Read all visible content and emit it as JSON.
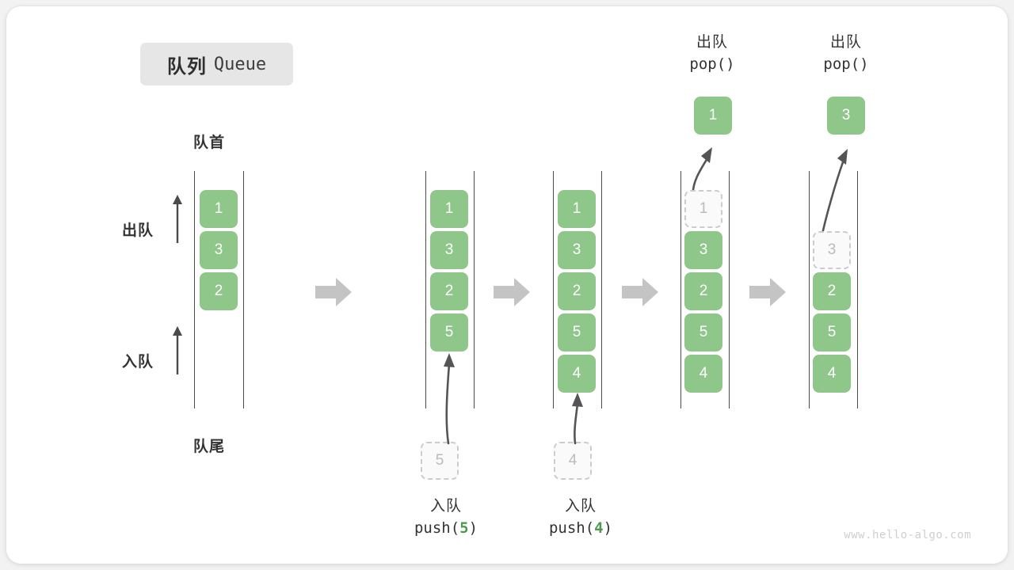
{
  "title": {
    "cn": "队列",
    "en": "Queue"
  },
  "labels": {
    "front": "队首",
    "rear": "队尾",
    "dequeue": "出队",
    "enqueue": "入队"
  },
  "watermark": "www.hello-algo.com",
  "colors": {
    "element": "#8fc68a",
    "ghost_border": "#cccccc",
    "ghost_text": "#bbbbbb",
    "rail": "#4a4a4a",
    "arrow_gray": "#c4c4c4",
    "accent_number": "#4c9a4c",
    "badge_bg": "#e6e6e6",
    "text": "#333333"
  },
  "stages": [
    {
      "name": "initial",
      "elements": [
        "1",
        "3",
        "2"
      ],
      "ghost": null,
      "popped": null,
      "top_label": null,
      "bottom_label": null
    },
    {
      "name": "push-5",
      "elements": [
        "1",
        "3",
        "2",
        "5"
      ],
      "ghost": "5",
      "popped": null,
      "top_label": null,
      "bottom_label": {
        "line1": "入队",
        "line2_prefix": "push(",
        "line2_num": "5",
        "line2_suffix": ")"
      }
    },
    {
      "name": "push-4",
      "elements": [
        "1",
        "3",
        "2",
        "5",
        "4"
      ],
      "ghost": "4",
      "popped": null,
      "top_label": null,
      "bottom_label": {
        "line1": "入队",
        "line2_prefix": "push(",
        "line2_num": "4",
        "line2_suffix": ")"
      }
    },
    {
      "name": "pop-1",
      "elements": [
        "3",
        "2",
        "5",
        "4"
      ],
      "ghost": "1",
      "popped": "1",
      "top_label": {
        "line1": "出队",
        "line2_prefix": "pop(",
        "line2_num": "",
        "line2_suffix": ")"
      },
      "bottom_label": null
    },
    {
      "name": "pop-3",
      "elements": [
        "2",
        "5",
        "4"
      ],
      "ghost": "3",
      "popped": "3",
      "top_label": {
        "line1": "出队",
        "line2_prefix": "pop(",
        "line2_num": "",
        "line2_suffix": ")"
      },
      "bottom_label": null
    }
  ],
  "separators": [
    "arrow-right-icon",
    "arrow-right-icon",
    "arrow-right-icon",
    "arrow-right-icon"
  ]
}
